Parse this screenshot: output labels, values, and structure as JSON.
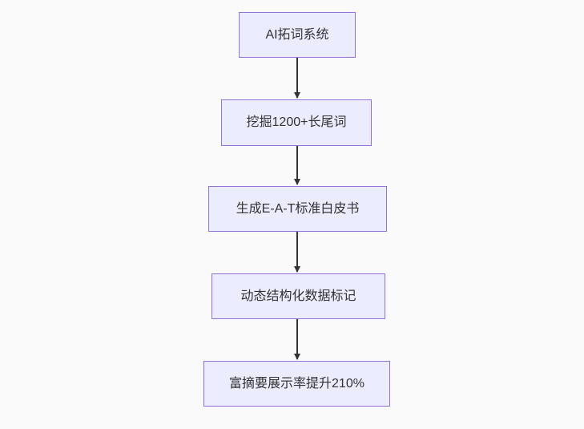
{
  "diagram": {
    "type": "flowchart",
    "direction": "top-down",
    "nodes": [
      {
        "id": "A",
        "label": "AI拓词系统"
      },
      {
        "id": "B",
        "label": "挖掘1200+长尾词"
      },
      {
        "id": "C",
        "label": "生成E-A-T标准白皮书"
      },
      {
        "id": "D",
        "label": "动态结构化数据标记"
      },
      {
        "id": "E",
        "label": "富摘要展示率提升210%"
      }
    ],
    "edges": [
      {
        "from": "A",
        "to": "B"
      },
      {
        "from": "B",
        "to": "C"
      },
      {
        "from": "C",
        "to": "D"
      },
      {
        "from": "D",
        "to": "E"
      }
    ],
    "colors": {
      "node_fill": "#ececff",
      "node_border": "#9370db",
      "edge": "#333333",
      "text": "#333333",
      "background": "#fafafa"
    }
  }
}
